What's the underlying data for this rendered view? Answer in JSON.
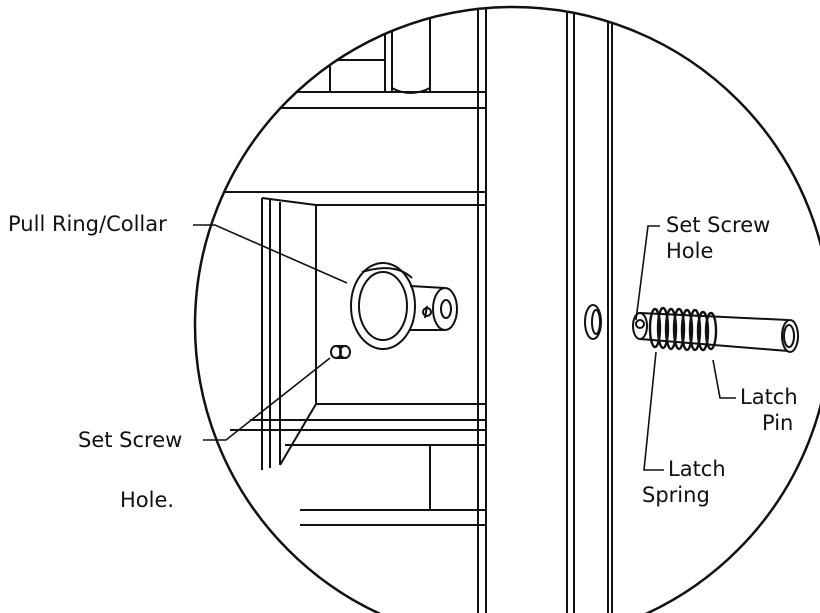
{
  "labels": {
    "pull_ring_collar": "Pull Ring/Collar",
    "set_screw": "Set Screw",
    "hole_fragment": "Hole.",
    "set_screw_hole_line1": "Set Screw",
    "set_screw_hole_line2": "Hole",
    "latch_pin_line1": "Latch",
    "latch_pin_line2": "Pin",
    "latch_spring_line1": "Latch",
    "latch_spring_line2": "Spring"
  },
  "colors": {
    "ink": "#111111",
    "background": "#ffffff"
  }
}
